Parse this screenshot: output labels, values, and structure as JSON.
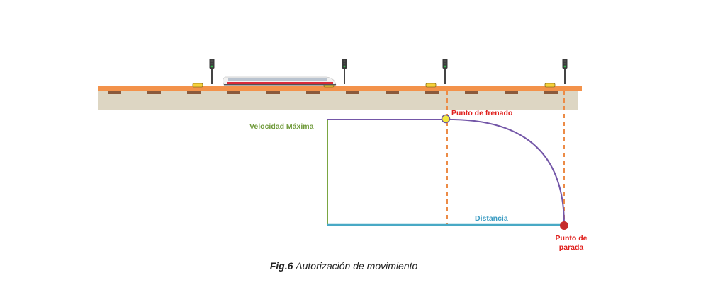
{
  "colors": {
    "rail": "#f3924a",
    "ballast": "#ddd6c3",
    "sleeper": "#8a5a3c",
    "balise": "#f6d23a",
    "max_speed": "#7aa642",
    "curve": "#7457a8",
    "distance": "#48a9c5",
    "dashed": "#ec8b46",
    "brake_point_fill": "#f3e83c",
    "stop_point_fill": "#c62c2c",
    "red_label": "#e0201d",
    "green_label": "#6f9a3a",
    "blue_label": "#3a9bc2"
  },
  "icons": [
    "signal-icon",
    "train-icon",
    "balise-icon"
  ],
  "labels": {
    "max_speed": "Velocidad Máxima",
    "distance": "Distancia",
    "brake_point": "Punto de frenado",
    "stop_point_line1": "Punto de",
    "stop_point_line2": "parada"
  },
  "caption": {
    "fig": "Fig.6",
    "text": "Autorización de movimiento"
  }
}
